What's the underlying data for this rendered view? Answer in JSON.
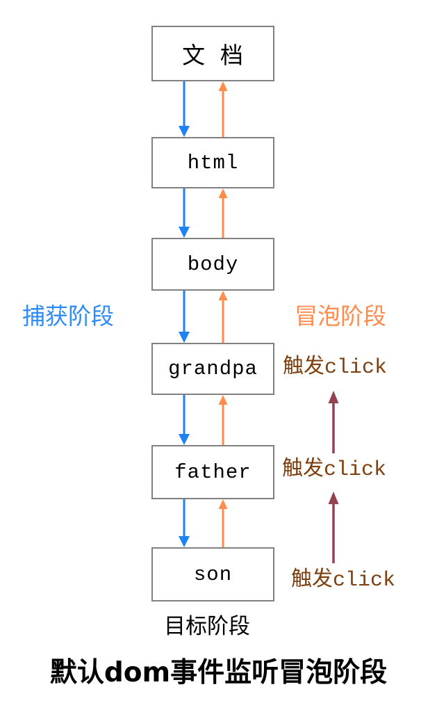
{
  "diagram": {
    "title": "默认dom事件监听冒泡阶段",
    "nodes": [
      {
        "id": "document",
        "label": "文 档"
      },
      {
        "id": "html",
        "label": "html"
      },
      {
        "id": "body",
        "label": "body"
      },
      {
        "id": "grandpa",
        "label": "grandpa"
      },
      {
        "id": "father",
        "label": "father"
      },
      {
        "id": "son",
        "label": "son"
      }
    ],
    "phase_labels": {
      "capture": "捕获阶段",
      "bubble": "冒泡阶段",
      "target": "目标阶段"
    },
    "trigger_labels": {
      "grandpa": "触发click",
      "father": "触发click",
      "son": "触发click"
    },
    "colors": {
      "capture_arrow": "#1E82F0",
      "bubble_arrow": "#FF8C4A",
      "capture_label_text": "#2E8BF7",
      "bubble_label_text": "#FF8A4C",
      "trigger_text": "#7E3E0E",
      "trigger_arrow": "#934250",
      "node_border": "#808080",
      "body_text": "#000000"
    }
  }
}
